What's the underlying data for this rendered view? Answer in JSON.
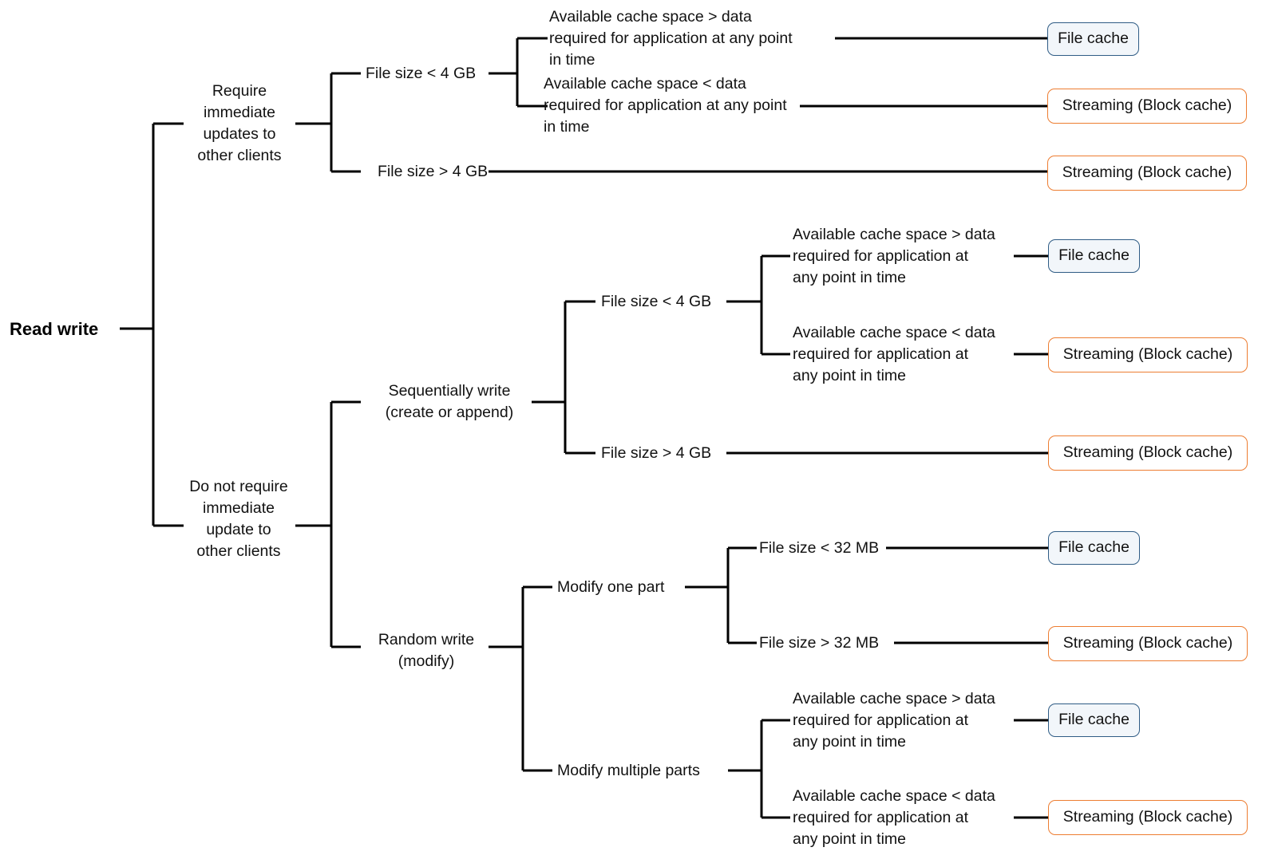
{
  "diagram": {
    "title": "Read write caching decision tree",
    "colors": {
      "line": "#000000",
      "file_cache_border": "#2F5C85",
      "file_cache_fill": "#F2F6FA",
      "streaming_border": "#ED7D31",
      "streaming_fill": "#FFFFFF",
      "text": "#111111"
    },
    "root": {
      "label": "Read write"
    },
    "level1": [
      {
        "label": "Require\nimmediate\nupdates to\nother clients"
      },
      {
        "label": "Do not require\nimmediate\nupdate to\nother clients"
      }
    ],
    "level2": [
      {
        "label": "File size < 4 GB"
      },
      {
        "label": "File size > 4 GB"
      },
      {
        "label": "Sequentially write\n(create or append)"
      },
      {
        "label": "Random write\n(modify)"
      }
    ],
    "level3": [
      {
        "label": "Available cache space > data\nrequired for application at any point\nin time"
      },
      {
        "label": "Available cache space < data\nrequired for application at any point\nin time"
      },
      {
        "label": "File size < 4 GB"
      },
      {
        "label": "File size > 4 GB"
      },
      {
        "label": "Modify one part"
      },
      {
        "label": "Modify multiple parts"
      }
    ],
    "level4": [
      {
        "label": "Available cache space > data\nrequired for application at\nany point in time"
      },
      {
        "label": "Available cache space < data\nrequired for application at\nany point in time"
      },
      {
        "label": "File size < 32 MB"
      },
      {
        "label": "File size > 32 MB"
      },
      {
        "label": "Available cache space > data\nrequired for application at\nany point in time"
      },
      {
        "label": "Available cache space < data\nrequired for application at\nany point in time"
      }
    ],
    "leaves": [
      {
        "label": "File cache",
        "kind": "file-cache"
      },
      {
        "label": "Streaming (Block cache)",
        "kind": "streaming"
      },
      {
        "label": "Streaming (Block cache)",
        "kind": "streaming"
      },
      {
        "label": "File cache",
        "kind": "file-cache"
      },
      {
        "label": "Streaming (Block cache)",
        "kind": "streaming"
      },
      {
        "label": "Streaming (Block cache)",
        "kind": "streaming"
      },
      {
        "label": "File cache",
        "kind": "file-cache"
      },
      {
        "label": "Streaming (Block cache)",
        "kind": "streaming"
      },
      {
        "label": "File cache",
        "kind": "file-cache"
      },
      {
        "label": "Streaming (Block cache)",
        "kind": "streaming"
      }
    ]
  }
}
